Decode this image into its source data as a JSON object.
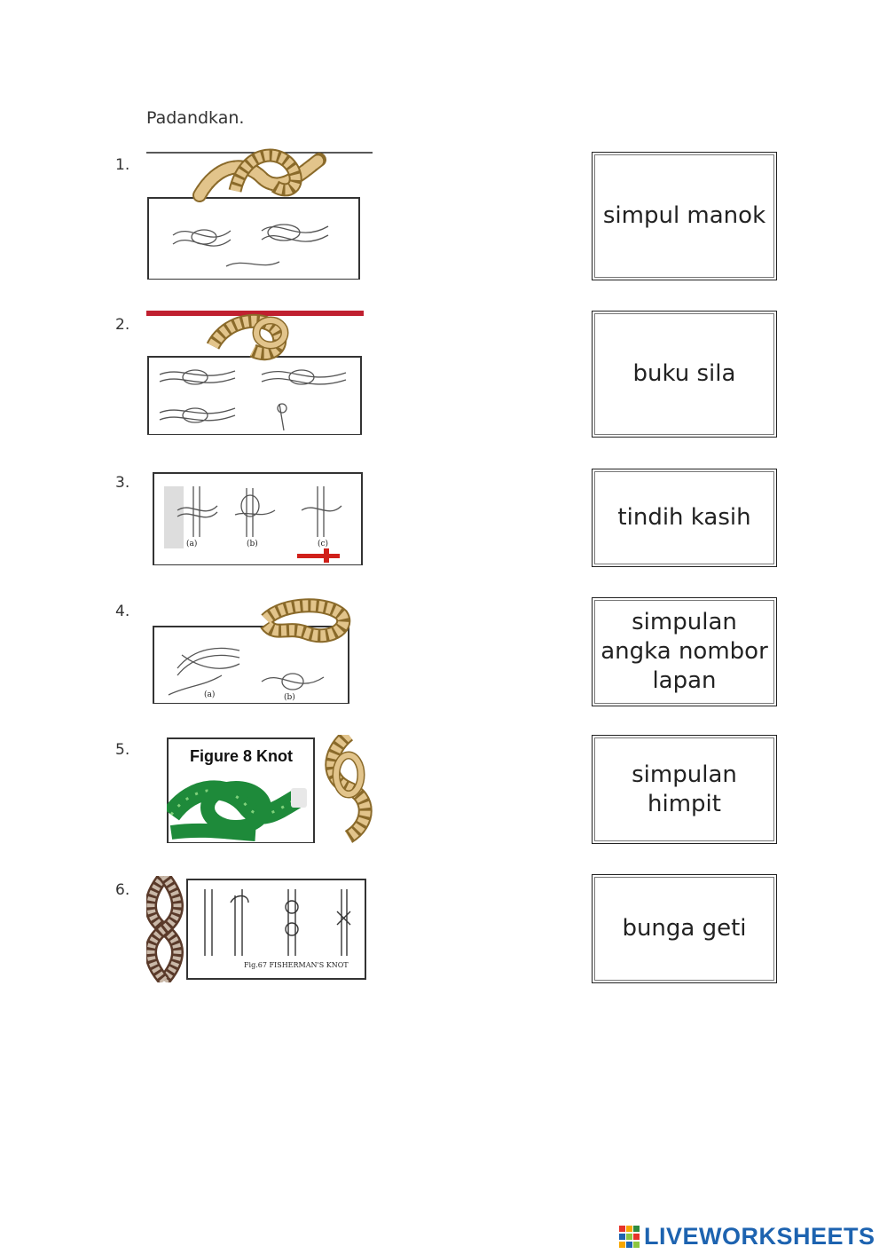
{
  "instruction": "Padandkan.",
  "items": [
    {
      "number": "1."
    },
    {
      "number": "2."
    },
    {
      "number": "3."
    },
    {
      "number": "4."
    },
    {
      "number": "5.",
      "image_caption": "Figure 8 Knot"
    },
    {
      "number": "6.",
      "image_caption": "Fig.67 FISHERMAN'S KNOT"
    }
  ],
  "answers": [
    {
      "label": "simpul manok"
    },
    {
      "label": "buku sila"
    },
    {
      "label": "tindih kasih"
    },
    {
      "label": "simpulan angka nombor lapan"
    },
    {
      "label": "simpulan himpit"
    },
    {
      "label": "bunga geti"
    }
  ],
  "footer": {
    "brand": "LIVEWORKSHEETS"
  },
  "colors": {
    "rope": "#e2c48b",
    "rope_dark": "#8a6a2a",
    "green_rope": "#1e8a3a",
    "accent_red": "#d0201a",
    "brand_blue": "#1d63b0"
  }
}
